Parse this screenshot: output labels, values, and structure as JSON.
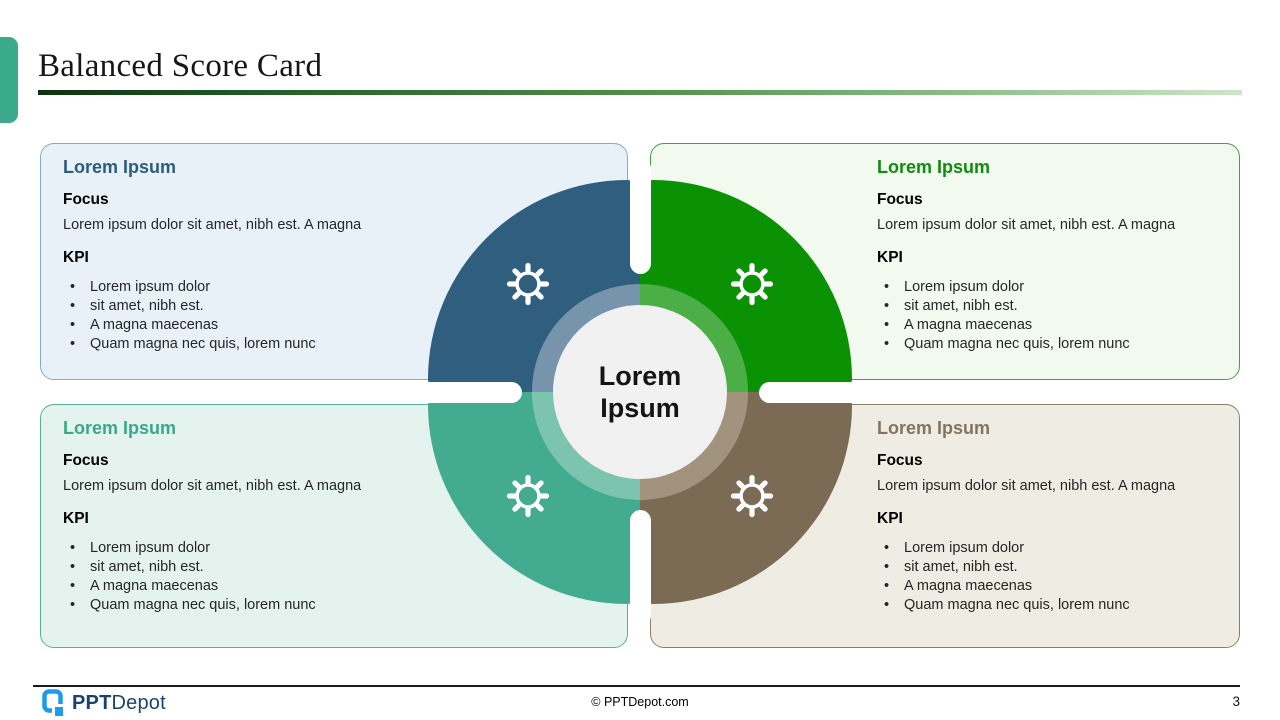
{
  "slide": {
    "title": "Balanced Score Card",
    "page_number": "3"
  },
  "center_circle": {
    "line1": "Lorem",
    "line2": "Ipsum"
  },
  "quadrants": [
    {
      "position": "top-left",
      "heading": "Lorem Ipsum",
      "focus_label": "Focus",
      "focus_text": "Lorem ipsum dolor sit amet, nibh est. A magna",
      "kpi_label": "KPI",
      "kpi_items": [
        "Lorem ipsum dolor",
        "sit amet, nibh est.",
        "A magna maecenas",
        "Quam magna nec quis, lorem nunc"
      ],
      "petal_color": "#2f5e7e",
      "ring_color": "#7694ab",
      "heading_color": "#2a5d7c",
      "card_bg": "#e9f1f8",
      "card_border": "#86aac6"
    },
    {
      "position": "top-right",
      "heading": "Lorem Ipsum",
      "focus_label": "Focus",
      "focus_text": "Lorem ipsum dolor sit amet, nibh est. A magna",
      "kpi_label": "KPI",
      "kpi_items": [
        "Lorem ipsum dolor",
        "sit amet, nibh est.",
        "A magna maecenas",
        "Quam magna nec quis, lorem nunc"
      ],
      "petal_color": "#0a9104",
      "ring_color": "#4bae47",
      "heading_color": "#0f8b0f",
      "card_bg": "#f2faef",
      "card_border": "#43a043"
    },
    {
      "position": "bottom-left",
      "heading": "Lorem Ipsum",
      "focus_label": "Focus",
      "focus_text": "Lorem ipsum dolor sit amet, nibh est. A magna",
      "kpi_label": "KPI",
      "kpi_items": [
        "Lorem ipsum dolor",
        "sit amet, nibh est.",
        "A magna maecenas",
        "Quam magna nec quis, lorem nunc"
      ],
      "petal_color": "#43ac90",
      "ring_color": "#7cc4ae",
      "heading_color": "#38a88b",
      "card_bg": "#e4f3ed",
      "card_border": "#55b197"
    },
    {
      "position": "bottom-right",
      "heading": "Lorem Ipsum",
      "focus_label": "Focus",
      "focus_text": "Lorem ipsum dolor sit amet, nibh est. A magna",
      "kpi_label": "KPI",
      "kpi_items": [
        "Lorem ipsum dolor",
        "sit amet, nibh est.",
        "A magna maecenas",
        "Quam magna nec quis, lorem nunc"
      ],
      "petal_color": "#7b6b55",
      "ring_color": "#a2937e",
      "heading_color": "#837460",
      "card_bg": "#efece4",
      "card_border": "#8e7f6a"
    }
  ],
  "icons": {
    "gear": "white outline gear glyph on each petal",
    "brand_logo": "blue squared P mark"
  },
  "accent_colors": {
    "header_tab": "#3aaa8b",
    "title_rule_start": "#0f3110",
    "title_rule_end": "#cde6c8",
    "brand_blue": "#1e9be9",
    "brand_navy": "#1d4268"
  },
  "footer": {
    "brand_bold": "PPT",
    "brand_rest": "Depot",
    "copyright": "© PPTDepot.com"
  }
}
